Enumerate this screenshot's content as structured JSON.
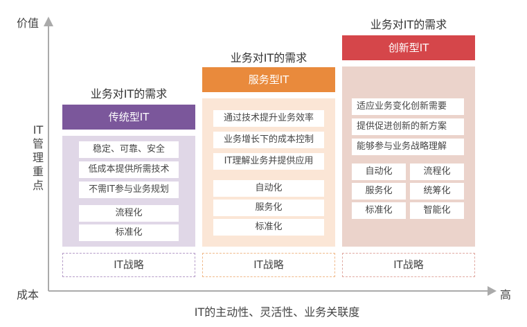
{
  "axes": {
    "y_label": "价值",
    "y_side_label": [
      "IT",
      "管",
      "理",
      "重",
      "点"
    ],
    "origin_label": "成本",
    "x_end_label": "高",
    "x_caption": "IT的主动性、灵活性、业务关联度"
  },
  "columns": [
    {
      "heading": "业务对IT的需求",
      "banner": "传统型IT",
      "banner_color": "#7b579b",
      "panel_color": "#e0d7e7",
      "dash_color": "#b49ac7",
      "items": [
        "稳定、可靠、安全",
        "低成本提供所需技术",
        "不需IT参与业务规划",
        "流程化",
        "标准化"
      ],
      "strategy": "IT战略"
    },
    {
      "heading": "业务对IT的需求",
      "banner": "服务型IT",
      "banner_color": "#e98a3c",
      "panel_color": "#fbe6d6",
      "dash_color": "#f0b888",
      "items": [
        "通过技术提升业务效率",
        "业务增长下的成本控制",
        "IT理解业务并提供应用",
        "自动化",
        "服务化",
        "标准化"
      ],
      "strategy": "IT战略"
    },
    {
      "heading": "业务对IT的需求",
      "banner": "创新型IT",
      "banner_color": "#d5464a",
      "panel_color": "#ebd3cb",
      "dash_color": "#e0a8a0",
      "items": [
        "适应业务变化创新需要",
        "提供促进创新的新方案",
        "能够参与业务战略理解"
      ],
      "grid": [
        "自动化",
        "流程化",
        "服务化",
        "统筹化",
        "标准化",
        "智能化"
      ],
      "strategy": "IT战略"
    }
  ]
}
